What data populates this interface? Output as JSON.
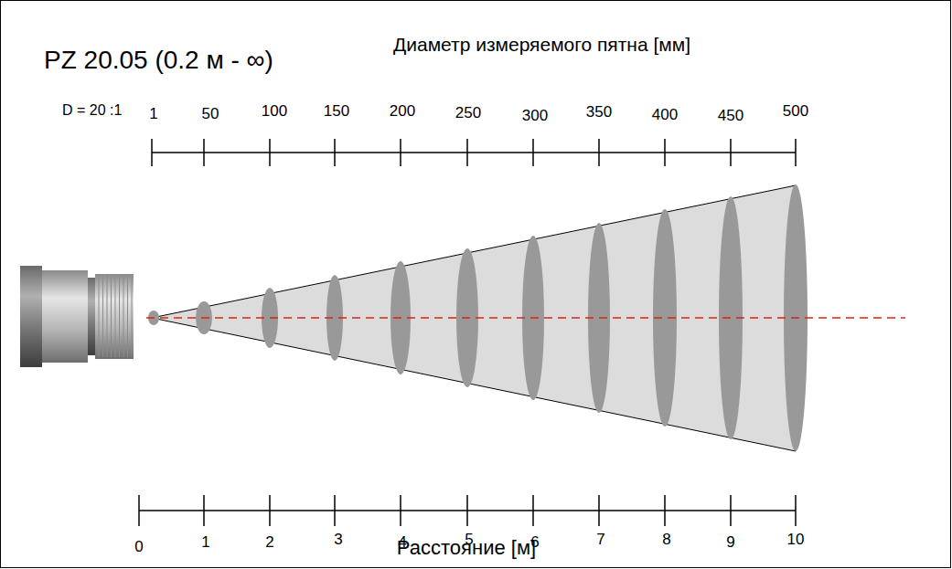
{
  "diagram": {
    "title": "PZ 20.05 (0.2 м - ∞)",
    "labels": [
      "Диаметр измеряемого пятна [мм]",
      "D = 20 :1",
      "1",
      "50",
      "100",
      "150",
      "200",
      "250",
      "300",
      "350",
      "400",
      "450",
      "500",
      "0",
      "1",
      "2",
      "3",
      "4",
      "5",
      "6",
      "7",
      "8",
      "9",
      "10",
      "Расстояние [м]"
    ]
  }
}
